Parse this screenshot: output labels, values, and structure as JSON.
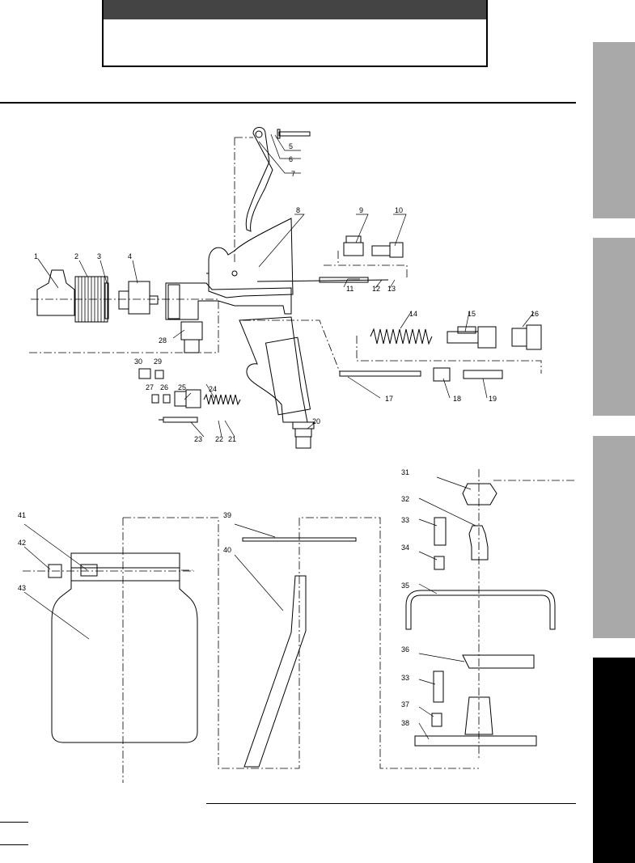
{
  "colors": {
    "header_bar": "#444444",
    "tab_gray": "#a9a9a9",
    "tab_active": "#000000",
    "line": "#000000"
  },
  "side_tabs": [
    "gray",
    "gray",
    "gray",
    "black"
  ],
  "part_labels": {
    "p1": "1",
    "p2": "2",
    "p3": "3",
    "p4": "4",
    "p5": "5",
    "p6": "6",
    "p7": "7",
    "p8": "8",
    "p9": "9",
    "p10": "10",
    "p11": "11",
    "p12": "12",
    "p13": "13",
    "p14": "14",
    "p15": "15",
    "p16": "16",
    "p17": "17",
    "p18": "18",
    "p19": "19",
    "p20": "20",
    "p21": "21",
    "p22": "22",
    "p23": "23",
    "p24": "24",
    "p25": "25",
    "p26": "26",
    "p27": "27",
    "p28": "28",
    "p29": "29",
    "p30": "30",
    "p31": "31",
    "p32": "32",
    "p33a": "33",
    "p33b": "33",
    "p34": "34",
    "p35": "35",
    "p36": "36",
    "p37": "37",
    "p38": "38",
    "p39": "39",
    "p40": "40",
    "p41": "41",
    "p42": "42",
    "p43": "43"
  }
}
